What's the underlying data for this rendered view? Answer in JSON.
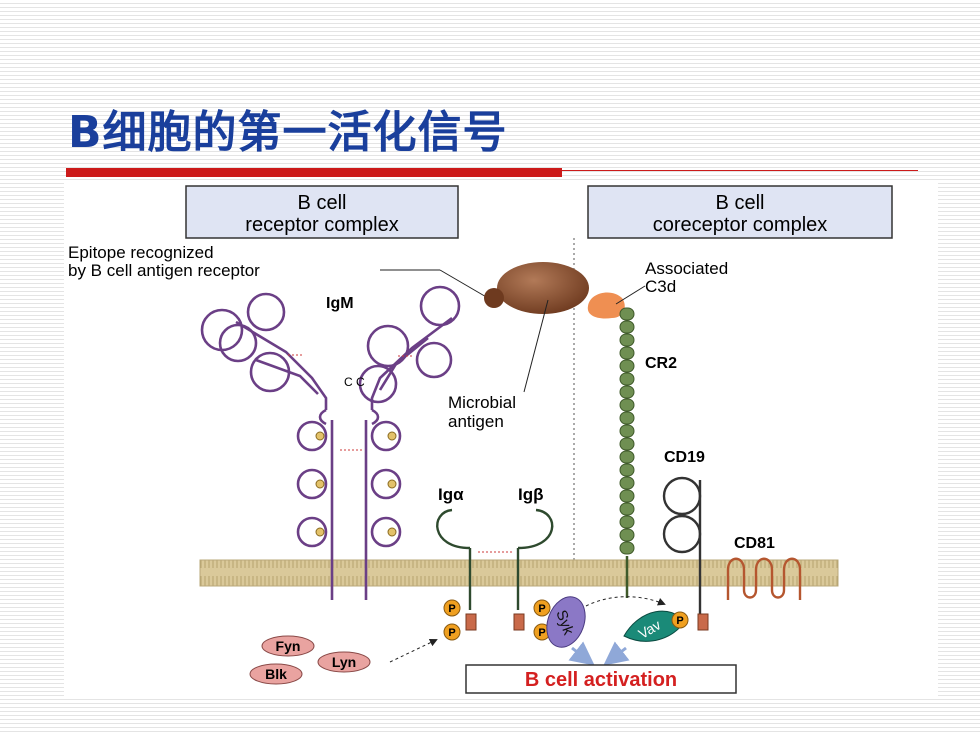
{
  "slide_title": "B细胞的第一活化信号",
  "diagram": {
    "bcr_box": {
      "line1": "B cell",
      "line2": "receptor complex"
    },
    "coreceptor_box": {
      "line1": "B cell",
      "line2": "coreceptor complex"
    },
    "epitope": {
      "line1": "Epitope recognized",
      "line2": "by B cell antigen receptor"
    },
    "igm": "IgM",
    "cc": "C C",
    "microbial": {
      "line1": "Microbial",
      "line2": "antigen"
    },
    "c3d": {
      "line1": "Associated",
      "line2": "C3d"
    },
    "cr2": "CR2",
    "cd19": "CD19",
    "cd81": "CD81",
    "ig_alpha": "Igα",
    "ig_beta": "Igβ",
    "p": "P",
    "syk": "Syk",
    "vav": "Vav",
    "fyn": "Fyn",
    "blk": "Blk",
    "lyn": "Lyn",
    "activation": "B cell activation"
  },
  "colors": {
    "title": "#1a3f9c",
    "accent_red": "#cc1a1a",
    "box_fill": "#dfe4f3",
    "igm_purple": "#6b3f86",
    "antigen_brown": "#8a4c2e",
    "c3d_orange": "#ef8f52",
    "cr2_green": "#6f8f52",
    "membrane": "#dac99a",
    "phospho": "#f0a020",
    "syk": "#8b78c6",
    "vav": "#1a8a78",
    "kinase_pink": "#e9a3a0",
    "activation_text": "#d42020"
  }
}
